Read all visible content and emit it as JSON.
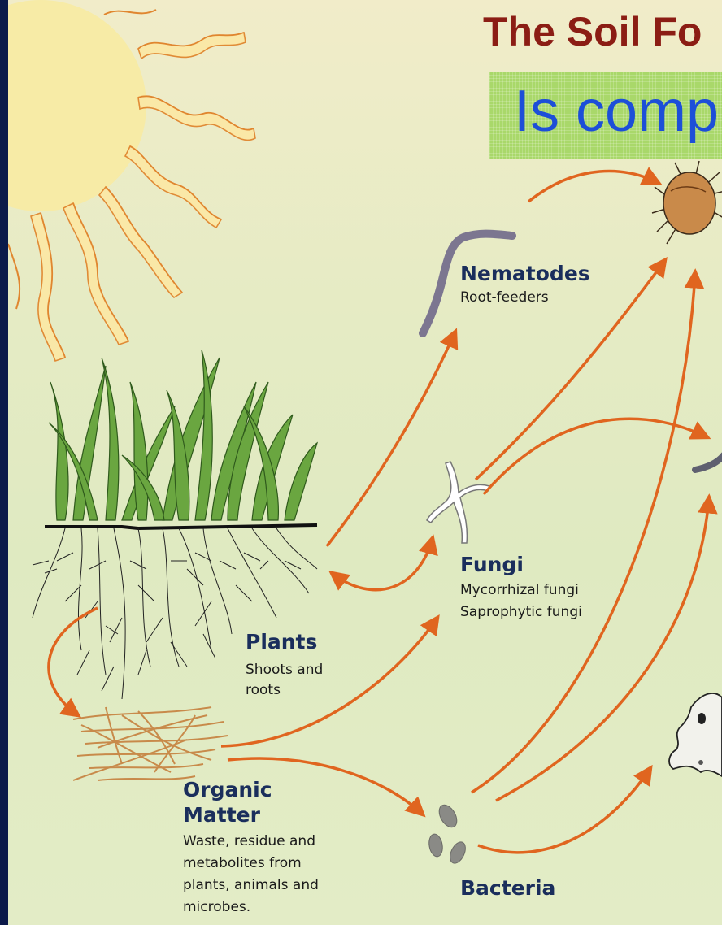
{
  "title": "The Soil Fo",
  "subtitle": "Is comp",
  "nodes": {
    "nematodes": {
      "name": "Nematodes",
      "lines": [
        "Root-feeders"
      ]
    },
    "fungi": {
      "name": "Fungi",
      "lines": [
        "Mycorrhizal fungi",
        "Saprophytic fungi"
      ]
    },
    "plants": {
      "name": "Plants",
      "lines": [
        "Shoots and",
        "roots"
      ]
    },
    "organic_matter": {
      "name_lines": [
        "Organic",
        "Matter"
      ],
      "lines": [
        "Waste, residue and",
        "metabolites from",
        "plants, animals and",
        "microbes."
      ]
    },
    "bacteria": {
      "name": "Bacteria"
    }
  },
  "colors": {
    "arrow": "#e0651f",
    "label": "#1a2e5c",
    "title": "#8b1d14",
    "subtitle": "#1d4fd8",
    "subtitle_bg": "#a9d86a",
    "sun": "#f6e9a0",
    "grass": "#5f9b38"
  }
}
